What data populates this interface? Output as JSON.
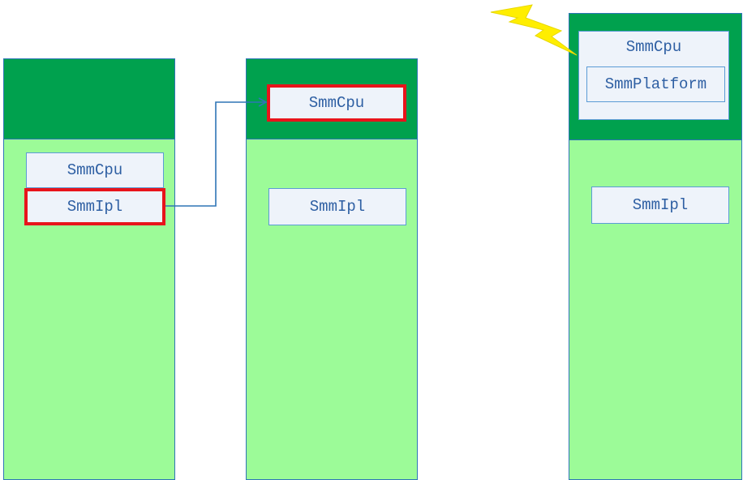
{
  "colors": {
    "column_body": "#9cfb98",
    "column_header": "#00a14e",
    "column_border": "#2e75b6",
    "module_fill": "#eef3fa",
    "module_border": "#5b9bd5",
    "module_text": "#2e5fa3",
    "highlight_border": "#e8141b",
    "arrow": "#2e75b6",
    "lightning": "#ffee00"
  },
  "icons": {
    "lightning": "lightning-bolt-icon",
    "arrow": "arrow-right-icon"
  },
  "column1": {
    "modules": [
      {
        "label": "SmmCpu",
        "highlighted": false
      },
      {
        "label": "SmmIpl",
        "highlighted": true
      }
    ]
  },
  "column2": {
    "header_module": {
      "label": "SmmCpu",
      "highlighted": true
    },
    "modules": [
      {
        "label": "SmmIpl",
        "highlighted": false
      }
    ]
  },
  "column3": {
    "header_module": {
      "label": "SmmCpu",
      "inner_label": "SmmPlatform"
    },
    "modules": [
      {
        "label": "SmmIpl",
        "highlighted": false
      }
    ]
  }
}
